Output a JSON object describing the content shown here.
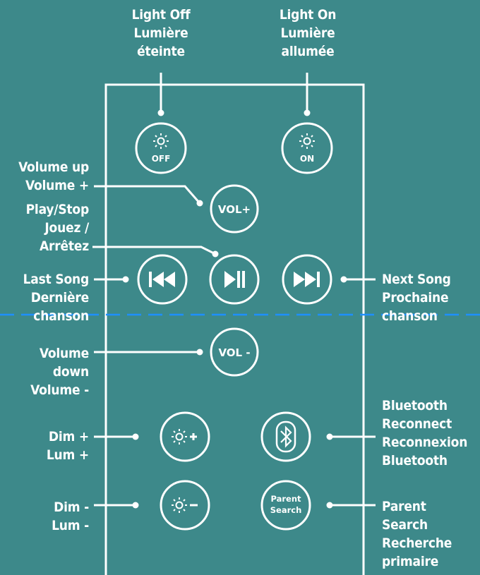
{
  "colors": {
    "background": "#3d898a",
    "foreground": "#ffffff",
    "dashed_line": "#1e90ff"
  },
  "buttons": {
    "light_off": {
      "text": "OFF",
      "icon": "sun-icon"
    },
    "light_on": {
      "text": "ON",
      "icon": "sun-icon"
    },
    "volume_up": {
      "text": "VOL+"
    },
    "volume_down": {
      "text": "VOL -"
    },
    "play_stop": {
      "icon": "play-pause-icon"
    },
    "last_song": {
      "icon": "skip-back-icon"
    },
    "next_song": {
      "icon": "skip-forward-icon"
    },
    "dim_plus": {
      "icon": "dim-plus-icon"
    },
    "dim_minus": {
      "icon": "dim-minus-icon"
    },
    "bluetooth": {
      "icon": "bluetooth-icon"
    },
    "parent_search": {
      "line1": "Parent",
      "line2": "Search"
    }
  },
  "labels": {
    "light_off": [
      "Light Off",
      "Lumière",
      "éteinte"
    ],
    "light_on": [
      "Light On",
      "Lumière",
      "allumée"
    ],
    "volume_up": [
      "Volume up",
      "Volume +"
    ],
    "play_stop": [
      "Play/Stop",
      "Jouez /",
      "Arrêtez"
    ],
    "last_song": [
      "Last Song",
      "Dernière",
      "chanson"
    ],
    "next_song": [
      "Next Song",
      "Prochaine",
      "chanson"
    ],
    "volume_down": [
      "Volume",
      "down",
      "Volume -"
    ],
    "dim_plus": [
      "Dim +",
      "Lum +"
    ],
    "bluetooth": [
      "Bluetooth",
      "Reconnect",
      "Reconnexion",
      "Bluetooth"
    ],
    "dim_minus": [
      "Dim -",
      "Lum -"
    ],
    "parent_search": [
      "Parent",
      "Search",
      "Recherche",
      "primaire"
    ]
  }
}
